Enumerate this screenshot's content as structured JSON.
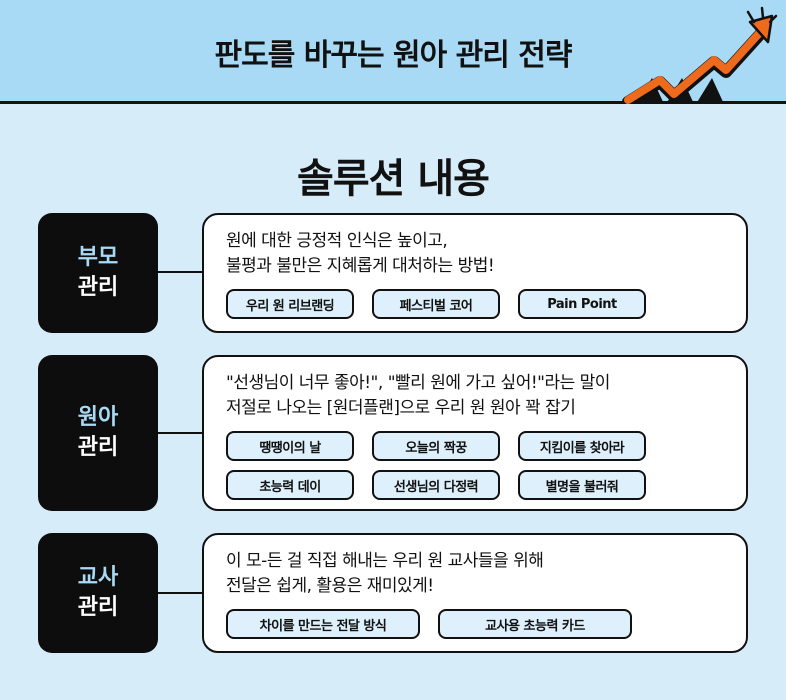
{
  "header": {
    "title": "판도를 바꾸는 원아 관리 전략"
  },
  "section_title": "솔루션 내용",
  "rows": [
    {
      "label_line1": "부모",
      "label_line2": "관리",
      "desc_line1": "원에 대한 긍정적 인식은 높이고,",
      "desc_line2": "불평과 불만은 지혜롭게 대처하는 방법!",
      "tags": [
        "우리 원 리브랜딩",
        "페스티벌 코어",
        "Pain Point"
      ]
    },
    {
      "label_line1": "원아",
      "label_line2": "관리",
      "desc_line1": "\"선생님이 너무 좋아!\", \"빨리 원에 가고 싶어!\"라는 말이",
      "desc_line2": "저절로 나오는 [원더플랜]으로 우리 원 원아 꽉 잡기",
      "tags": [
        "땡땡이의 날",
        "오늘의 짝꿍",
        "지킴이를 찾아라",
        "초능력 데이",
        "선생님의 다정력",
        "별명을 불러줘"
      ]
    },
    {
      "label_line1": "교사",
      "label_line2": "관리",
      "desc_line1": "이 모-든 걸 직접 해내는 우리 원 교사들을 위해",
      "desc_line2": "전달은 쉽게, 활용은 재미있게!",
      "tags": [
        "차이를 만드는 전달 방식",
        "교사용 초능력 카드"
      ]
    }
  ],
  "colors": {
    "header_bg": "#a9daf5",
    "page_bg": "#d6ecf8",
    "label_bg": "#0d0d0d",
    "label_accent": "#a9daf5",
    "tag_bg": "#ddf0fb",
    "arrow": "#ee6a1c"
  },
  "icons": {
    "header_decoration": "rising-arrow-icon"
  }
}
